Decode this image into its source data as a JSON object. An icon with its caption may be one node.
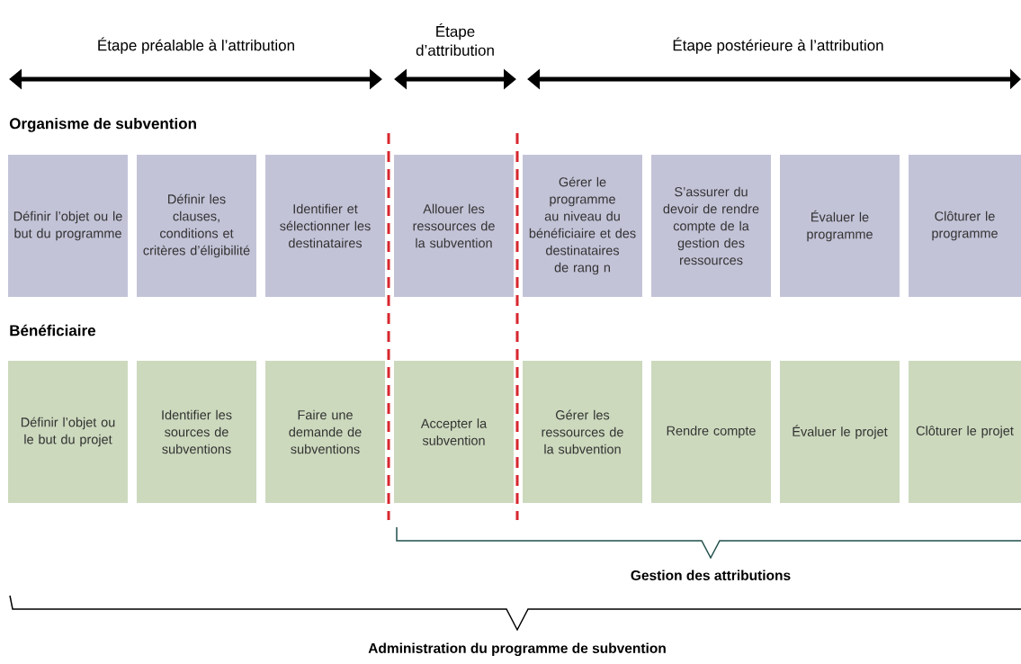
{
  "diagram": {
    "nodes": [
      {
        "text": [
          "Définir l’objet ou le but du programme"
        ]
      },
      {
        "text": [
          "Définir les clauses, conditions et critères d’éligibilité"
        ]
      },
      {
        "text": [
          "Identifier et sélectionner les destinataires"
        ]
      },
      {
        "text": [
          "Allouer les ressources de la subvention"
        ]
      },
      {
        "text": [
          "Gérer le programme au niveau du bénéficiaire et des destinataires de rang n"
        ]
      },
      {
        "text": [
          "S’assurer du devoir de rendre compte de la gestion des ressources"
        ]
      },
      {
        "text": [
          "Évaluer le programme"
        ]
      },
      {
        "text": [
          "Clôturer le programme"
        ]
      },
      {
        "text": [
          "Définir l’objet ou le but du projet"
        ]
      },
      {
        "text": [
          "Identifier les sources de subventions"
        ]
      },
      {
        "text": [
          "Faire une demande de subventions"
        ]
      },
      {
        "text": [
          "Accepter la subvention"
        ]
      },
      {
        "text": [
          "Gérer les ressources de la subvention"
        ]
      },
      {
        "text": [
          "Rendre compte"
        ]
      },
      {
        "text": [
          "Évaluer le projet"
        ]
      },
      {
        "text": [
          "Clôturer le projet"
        ]
      }
    ],
    "labels": [
      "Étape préalable à l’attribution",
      "Étape d’attribution",
      "Étape postérieure à l’attribution",
      "Organisme de subvention",
      "Bénéficiaire",
      "Gestion des attributions",
      "Administration du programme de subvention"
    ]
  }
}
